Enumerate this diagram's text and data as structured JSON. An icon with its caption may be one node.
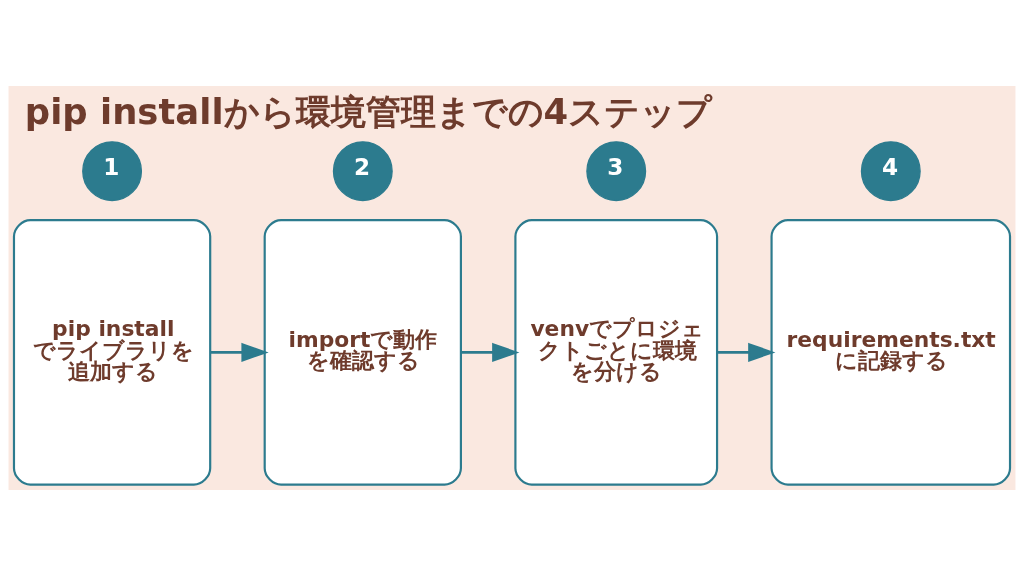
{
  "diagram": {
    "title": "pip installから環境管理までの4ステップ",
    "nodes": [
      {
        "text": [
          "1"
        ]
      },
      {
        "text": [
          "pip installでライブラリを追加する"
        ]
      },
      {
        "text": [
          "2"
        ]
      },
      {
        "text": [
          "importで動作を確認する"
        ]
      },
      {
        "text": [
          "3"
        ]
      },
      {
        "text": [
          "venvでプロジェクトごとに環境を分ける"
        ]
      },
      {
        "text": [
          "4"
        ]
      },
      {
        "text": [
          "requirements.txtに記録する"
        ]
      }
    ],
    "edges": [
      {
        "from": 1,
        "to": 3,
        "arrow": "to"
      },
      {
        "from": 3,
        "to": 5,
        "arrow": "to"
      },
      {
        "from": 5,
        "to": 7,
        "arrow": "to"
      }
    ]
  }
}
